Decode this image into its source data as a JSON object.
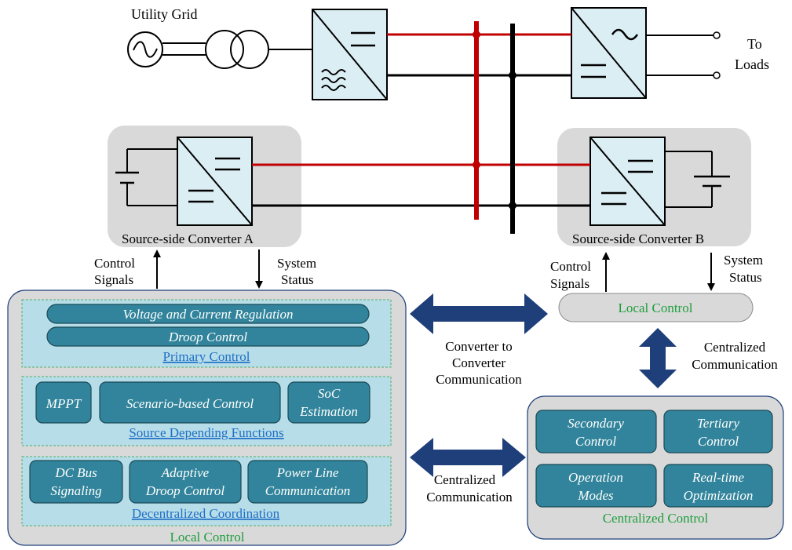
{
  "grid": {
    "utility_label": "Utility Grid",
    "loads_label_1": "To",
    "loads_label_2": "Loads"
  },
  "converters": {
    "a_label": "Source-side Converter A",
    "b_label": "Source-side Converter B"
  },
  "signals": {
    "a_control_1": "Control",
    "a_control_2": "Signals",
    "a_status_1": "System",
    "a_status_2": "Status",
    "b_control_1": "Control",
    "b_control_2": "Signals",
    "b_status_1": "System",
    "b_status_2": "Status"
  },
  "local_panel": {
    "title": "Local Control",
    "primary": {
      "title": "Primary Control",
      "items": [
        "Voltage and Current Regulation",
        "Droop Control"
      ]
    },
    "source": {
      "title": "Source Depending Functions",
      "items": [
        "MPPT",
        "Scenario-based Control",
        "SoC",
        "Estimation"
      ]
    },
    "decentral": {
      "title": "Decentralized Coordination",
      "items": [
        "DC Bus",
        "Signaling",
        "Adaptive",
        "Droop Control",
        "Power Line",
        "Communication"
      ]
    }
  },
  "local_control_b": "Local Control",
  "comm": {
    "c2c_1": "Converter to",
    "c2c_2": "Converter",
    "c2c_3": "Communication",
    "central_1": "Centralized",
    "central_2": "Communication",
    "central_b_1": "Centralized",
    "central_b_2": "Communication"
  },
  "central_panel": {
    "title": "Centralized Control",
    "items": [
      "Secondary",
      "Control",
      "Tertiary",
      "Control",
      "Operation",
      "Modes",
      "Real-time",
      "Optimization"
    ]
  },
  "colors": {
    "panel_gray": "#d9d9d9",
    "inner_blue": "#b7dde8",
    "teal": "#31849b",
    "arrow_blue": "#1f3f7a",
    "red_bus": "#c00000"
  }
}
